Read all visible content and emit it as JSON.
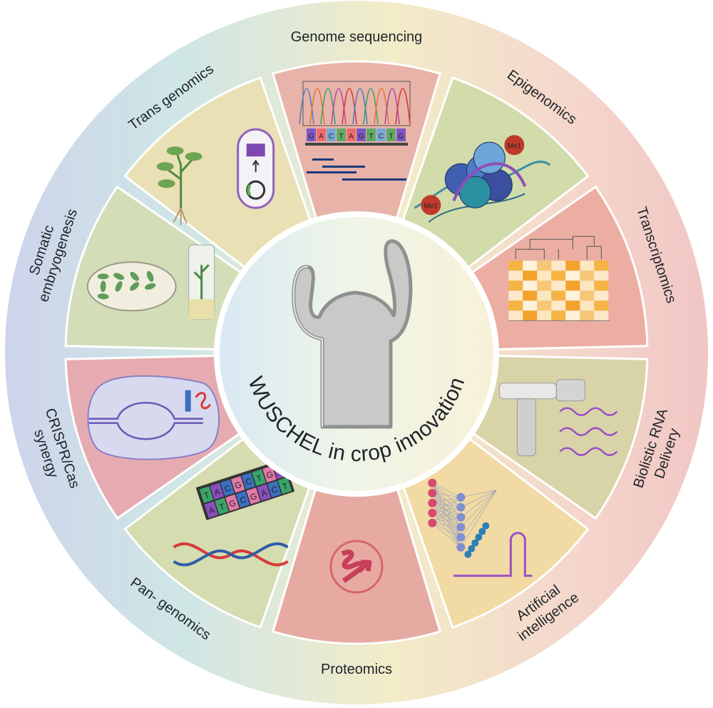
{
  "center": {
    "title": "WUSCHEL in crop innovation",
    "icon": "wuschel-shoot-meristem-icon"
  },
  "segments": [
    {
      "id": "genome-sequencing",
      "label": "Genome sequencing",
      "icon": "dna-chromatogram-icon",
      "color": "#e8b3a8",
      "sequence": "GACTAGTCTG"
    },
    {
      "id": "epigenomics",
      "label": "Epigenomics",
      "icon": "nucleosome-methylation-icon",
      "color": "#d2dbaa",
      "marks": [
        "Me1",
        "Me1"
      ]
    },
    {
      "id": "transcriptomics",
      "label": "Transcriptomics",
      "icon": "heatmap-dendrogram-icon",
      "color": "#ecaea3"
    },
    {
      "id": "biolistic-rna-delivery",
      "label": [
        "Biolistic RNA",
        "Delivery"
      ],
      "icon": "gene-gun-icon",
      "color": "#d9d3a8"
    },
    {
      "id": "artificial-intelligence",
      "label": [
        "Artificial",
        "intelligence"
      ],
      "icon": "neural-network-icon",
      "color": "#f1daa3"
    },
    {
      "id": "proteomics",
      "label": "Proteomics",
      "icon": "protein-structure-icon",
      "color": "#e7aaa3"
    },
    {
      "id": "pan-genomics",
      "label": "Pan- genomics",
      "icon": "dna-alignment-icon",
      "color": "#d5dcb0",
      "alignment": [
        "TACGCTGA",
        "ATGCGACT"
      ]
    },
    {
      "id": "crispr-cas-synergy",
      "label": [
        "CRISPR/Cas",
        "synergy"
      ],
      "icon": "crispr-cas-icon",
      "color": "#e6abb0"
    },
    {
      "id": "somatic-embryogenesis",
      "label": [
        "Somatic",
        "embryogenesis"
      ],
      "icon": "petri-dish-culture-icon",
      "color": "#d3ddb7"
    },
    {
      "id": "trans-genomics",
      "label": "Trans genomics",
      "icon": "plant-transformation-icon",
      "color": "#e9e0b5"
    }
  ]
}
